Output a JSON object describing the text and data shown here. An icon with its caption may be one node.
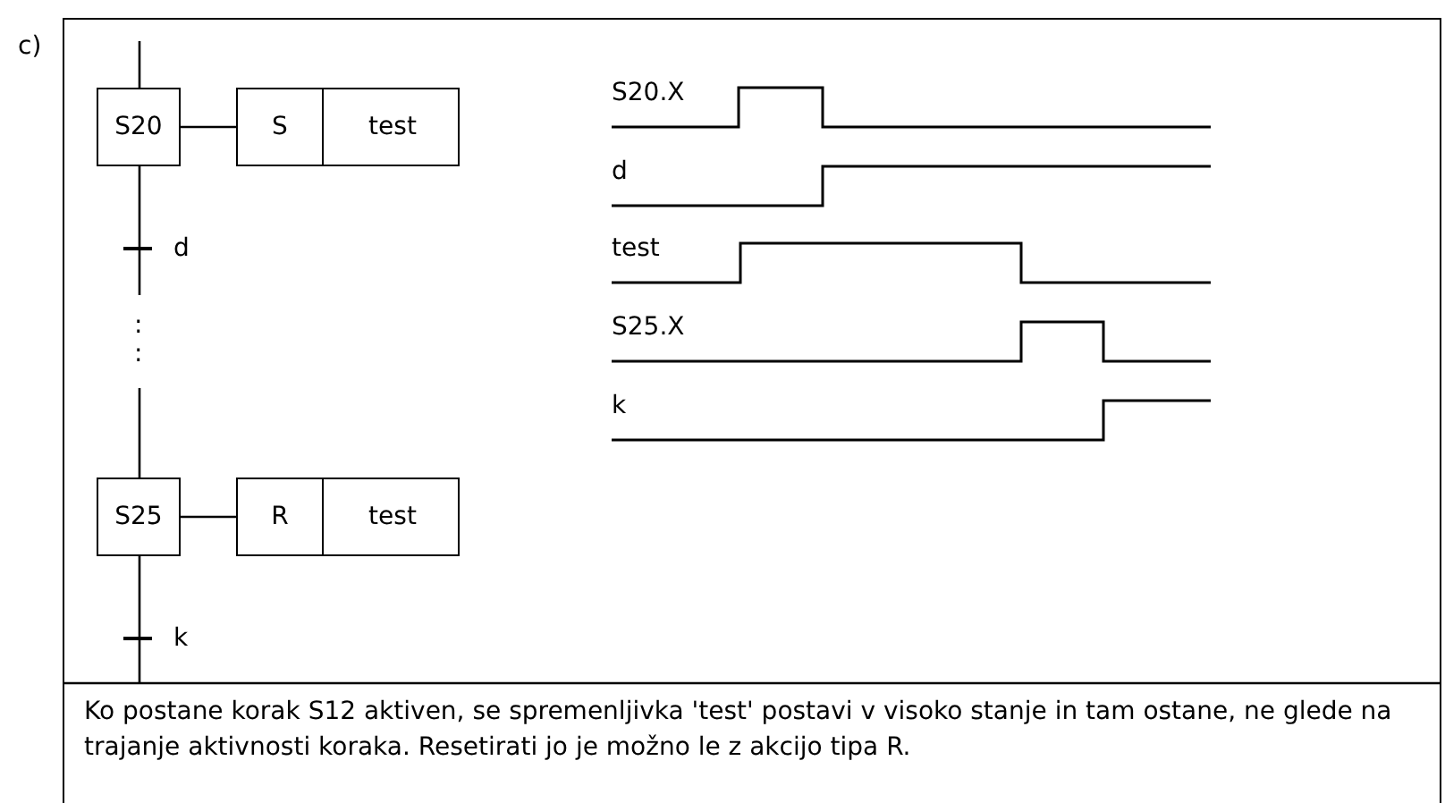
{
  "diagram": {
    "caption": "Ko postane korak S12 aktiven, se spremenljivka 'test' postavi v visoko stanje in tam ostane, ne glede na trajanje aktivnosti koraka. Resetirati jo je možno le z akcijo tipa R.",
    "nodes": [
      {
        "text": [
          "S20"
        ]
      },
      {
        "text": [
          "S",
          "test"
        ]
      },
      {
        "text": [],
        "shape": "bar",
        "beside": [
          "d"
        ]
      },
      {
        "text": [
          "S25"
        ]
      },
      {
        "text": [
          "R",
          "test"
        ]
      },
      {
        "text": [],
        "shape": "bar",
        "beside": [
          "k"
        ]
      }
    ],
    "edges": [
      {
        "from": null,
        "to": 0,
        "arrow": "none"
      },
      {
        "from": 0,
        "to": 1,
        "arrow": "none"
      },
      {
        "from": 0,
        "to": 2,
        "arrow": "none"
      },
      {
        "from": 2,
        "to": null,
        "arrow": "none"
      },
      {
        "from": null,
        "to": 3,
        "arrow": "none"
      },
      {
        "from": 3,
        "to": 4,
        "arrow": "none"
      },
      {
        "from": 3,
        "to": 5,
        "arrow": "none"
      },
      {
        "from": 5,
        "to": null,
        "arrow": "none"
      }
    ],
    "labels": [
      "c)",
      "S20.X",
      "d",
      "test",
      ":",
      ":",
      "S25.X",
      "k"
    ]
  }
}
